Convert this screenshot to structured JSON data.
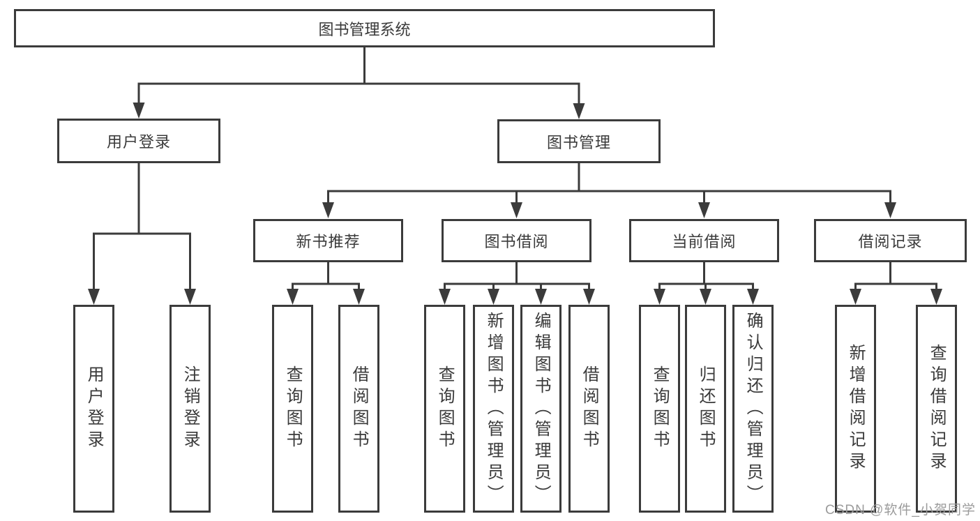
{
  "diagram": {
    "type": "hierarchy-tree",
    "title": "图书管理系统",
    "root": {
      "label": "图书管理系统"
    },
    "level2": [
      {
        "label": "用户登录",
        "parent": "图书管理系统"
      },
      {
        "label": "图书管理",
        "parent": "图书管理系统"
      }
    ],
    "level3": [
      {
        "label": "新书推荐",
        "parent": "图书管理"
      },
      {
        "label": "图书借阅",
        "parent": "图书管理"
      },
      {
        "label": "当前借阅",
        "parent": "图书管理"
      },
      {
        "label": "借阅记录",
        "parent": "图书管理"
      }
    ],
    "level4": [
      {
        "label": "用户登录",
        "parent": "用户登录"
      },
      {
        "label": "注销登录",
        "parent": "用户登录"
      },
      {
        "label": "查询图书",
        "parent": "新书推荐"
      },
      {
        "label": "借阅图书",
        "parent": "新书推荐"
      },
      {
        "label": "查询图书",
        "parent": "图书借阅"
      },
      {
        "label": "新增图书（管理员）",
        "parent": "图书借阅"
      },
      {
        "label": "编辑图书（管理员）",
        "parent": "图书借阅"
      },
      {
        "label": "借阅图书",
        "parent": "图书借阅"
      },
      {
        "label": "查询图书",
        "parent": "当前借阅"
      },
      {
        "label": "归还图书",
        "parent": "当前借阅"
      },
      {
        "label": "确认归还（管理员）",
        "parent": "当前借阅"
      },
      {
        "label": "新增借阅记录",
        "parent": "借阅记录"
      },
      {
        "label": "查询借阅记录",
        "parent": "借阅记录"
      }
    ],
    "colors": {
      "line": "#3b3b3b",
      "text": "#3a3a3a",
      "background": "#ffffff",
      "watermark": "#9b9b9b"
    }
  },
  "watermark": {
    "text": "CSDN @软件_小贺同学"
  }
}
